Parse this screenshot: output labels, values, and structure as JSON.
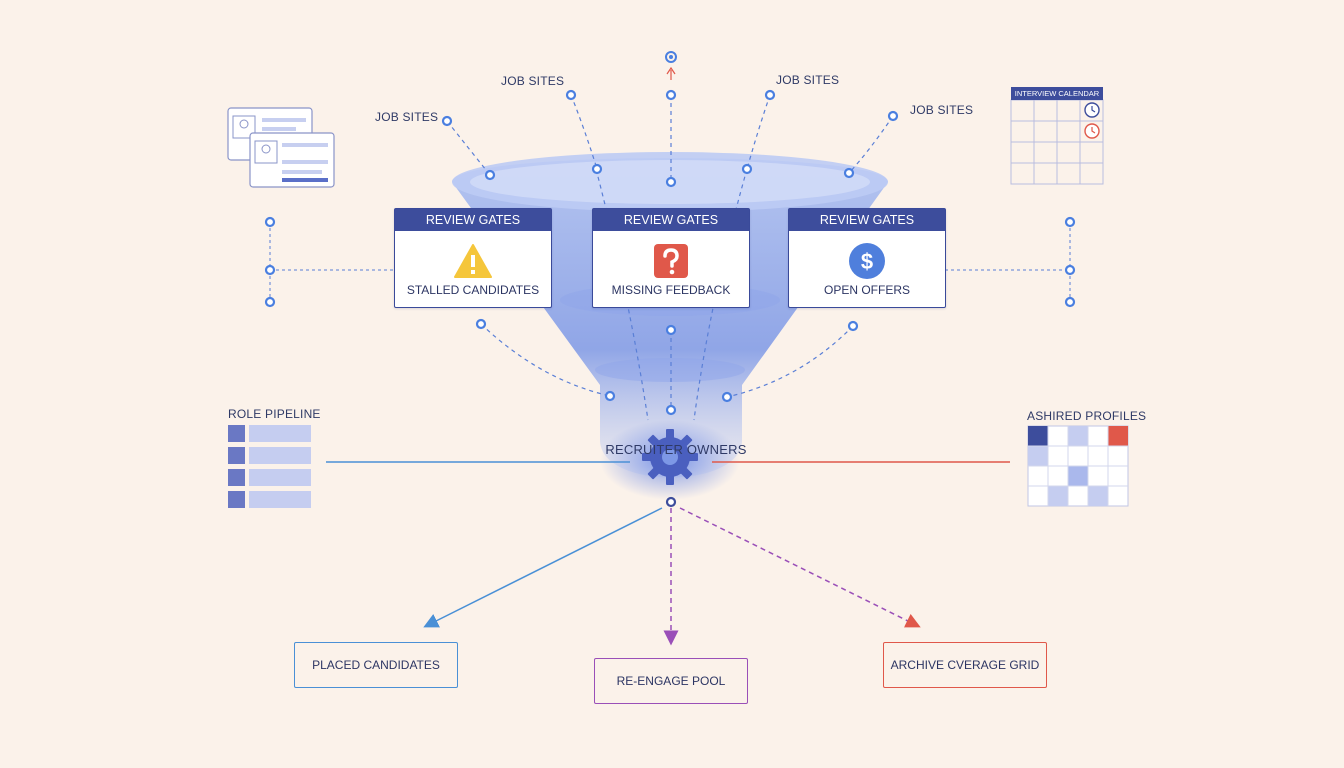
{
  "job_sites": [
    {
      "label": "JOB SITES"
    },
    {
      "label": "JOB SITES"
    },
    {
      "label": "JOB SITES"
    },
    {
      "label": "JOB SITES"
    }
  ],
  "gates": [
    {
      "header": "REVIEW GATES",
      "label": "STALLED CANDIDATES",
      "icon": "warning-icon",
      "color": "#f5c63b"
    },
    {
      "header": "REVIEW GATES",
      "label": "MISSING FEEDBACK",
      "icon": "question-icon",
      "color": "#e0584a"
    },
    {
      "header": "REVIEW GATES",
      "label": "OPEN OFFERS",
      "icon": "dollar-icon",
      "color": "#4f7fdc"
    }
  ],
  "calendar": {
    "title": "INTERVIEW CALENDAR"
  },
  "role_pipeline": {
    "label": "ROLE PIPELINE"
  },
  "profiles": {
    "label": "ASHIRED PROFILES"
  },
  "hub": {
    "label": "RECRUITER OWNERS"
  },
  "outputs": [
    {
      "label": "PLACED CANDIDATES",
      "color": "#4a90d6"
    },
    {
      "label": "RE-ENGAGE POOL",
      "color": "#9a4fb8"
    },
    {
      "label": "ARCHIVE CVERAGE GRID",
      "color": "#e0584a"
    }
  ],
  "colors": {
    "accent": "#3d4d9c",
    "dot": "#4a7fe0",
    "funnel": "#7d98e6",
    "background": "#fbf2ea"
  }
}
